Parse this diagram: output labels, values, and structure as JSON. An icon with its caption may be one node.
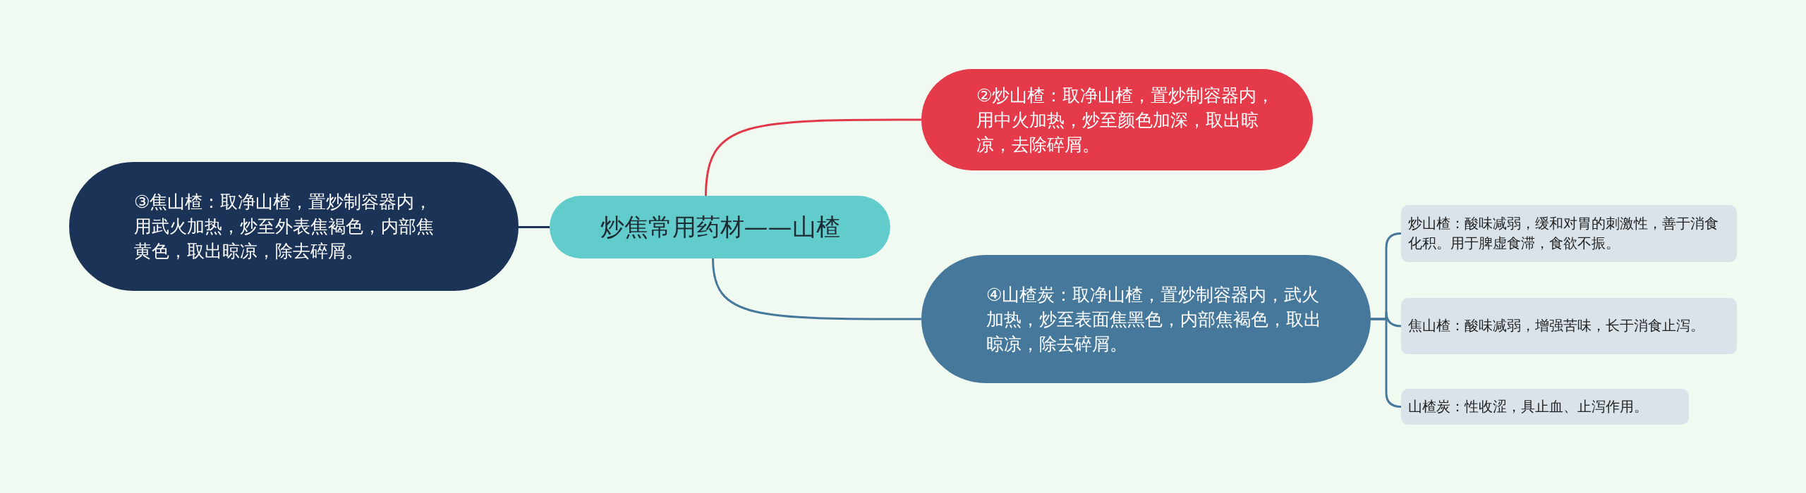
{
  "diagram": {
    "nodes": [
      {
        "text": [
          "炒焦常用药材——山楂"
        ]
      },
      {
        "text": [
          "②炒山楂：取净山楂，置炒制容器内，用中火加热，炒至颜色加深，取出晾凉，去除碎屑。"
        ]
      },
      {
        "text": [
          "③焦山楂：取净山楂，置炒制容器内，用武火加热，炒至外表焦褐色，内部焦黄色，取出晾凉，除去碎屑。"
        ]
      },
      {
        "text": [
          "④山楂炭：取净山楂，置炒制容器内，武火加热，炒至表面焦黑色，内部焦褐色，取出晾凉，除去碎屑。"
        ]
      },
      {
        "text": [
          "炒山楂：酸味减弱，缓和对胃的刺激性，善于消食化积。用于脾虚食滞，食欲不振。"
        ]
      },
      {
        "text": [
          "焦山楂：酸味减弱，增强苦味，长于消食止泻。"
        ]
      },
      {
        "text": [
          "山楂炭：性收涩，具止血、止泻作用。"
        ]
      }
    ],
    "edges": [
      {
        "from": 0,
        "to": 1,
        "arrow": "none",
        "color": "#e03a4a"
      },
      {
        "from": 0,
        "to": 2,
        "arrow": "none",
        "color": "#1c3358"
      },
      {
        "from": 0,
        "to": 3,
        "arrow": "none",
        "color": "#46789c"
      },
      {
        "from": 3,
        "to": 4,
        "arrow": "none",
        "color": "#46789c"
      },
      {
        "from": 3,
        "to": 5,
        "arrow": "none",
        "color": "#46789c"
      },
      {
        "from": 3,
        "to": 6,
        "arrow": "none",
        "color": "#46789c"
      }
    ]
  }
}
